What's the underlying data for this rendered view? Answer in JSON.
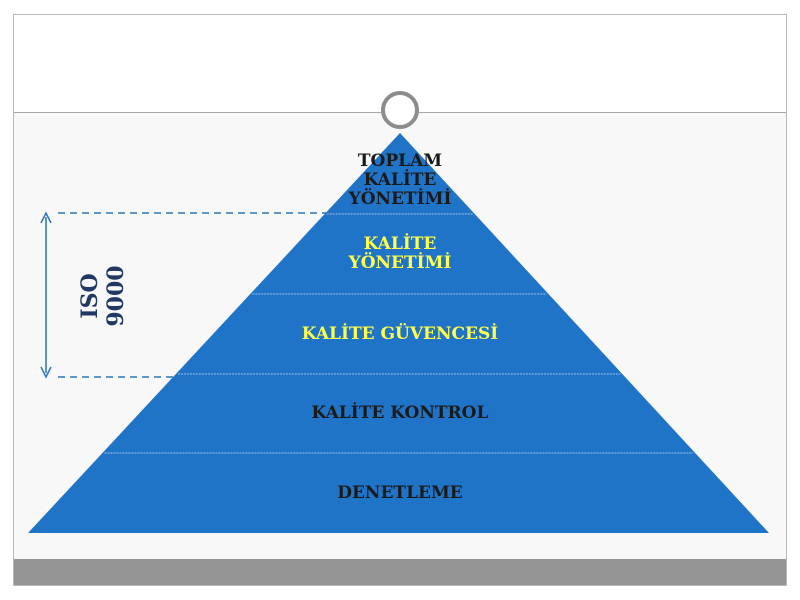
{
  "pyramid": {
    "levels": [
      {
        "label_lines": [
          "TOPLAM",
          "KALİTE",
          "YÖNETİMİ"
        ],
        "style": "dark"
      },
      {
        "label_lines": [
          "KALİTE",
          "YÖNETİMİ"
        ],
        "style": "yellow"
      },
      {
        "label_lines": [
          "KALİTE GÜVENCESİ"
        ],
        "style": "yellow"
      },
      {
        "label_lines": [
          "KALİTE KONTROL"
        ],
        "style": "dark"
      },
      {
        "label_lines": [
          "DENETLEME"
        ],
        "style": "dark"
      }
    ]
  },
  "iso_bracket": {
    "label": "ISO 9000"
  },
  "colors": {
    "pyramid_fill": "#1f74c8",
    "separator": "#9fc3ea",
    "bracket": "#2e75b6",
    "iso_text": "#203864",
    "label_dark": "#1a1a1a",
    "label_yellow": "#ffff4d"
  }
}
